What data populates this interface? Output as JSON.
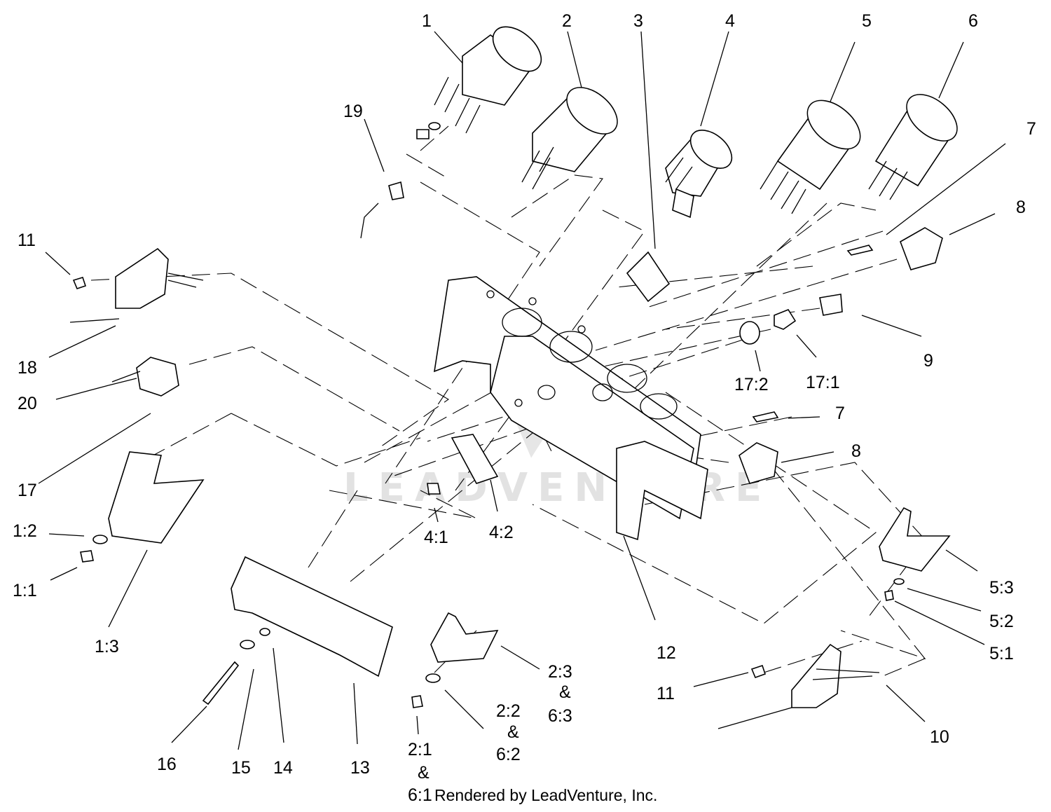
{
  "watermark": "LEADVENTURE",
  "credit": "Rendered by LeadVenture, Inc.",
  "callouts": {
    "c1": "1",
    "c2": "2",
    "c3": "3",
    "c4": "4",
    "c5": "5",
    "c6": "6",
    "c7a": "7",
    "c7b": "7",
    "c8a": "8",
    "c8b": "8",
    "c9": "9",
    "c10": "10",
    "c11a": "11",
    "c11b": "11",
    "c12": "12",
    "c13": "13",
    "c14": "14",
    "c15": "15",
    "c16": "16",
    "c17": "17",
    "c18": "18",
    "c19": "19",
    "c20": "20",
    "c17_2": "17:2",
    "c17_1": "17:1",
    "c4_1": "4:1",
    "c4_2": "4:2",
    "c1_2": "1:2",
    "c1_1": "1:1",
    "c1_3": "1:3",
    "c5_3": "5:3",
    "c5_2": "5:2",
    "c5_1": "5:1",
    "c2_3": "2:3",
    "amp_a": "&",
    "c6_3": "6:3",
    "c2_2": "2:2",
    "amp_b": "&",
    "c6_2": "6:2",
    "c2_1": "2:1",
    "amp_c": "&",
    "c6_1": "6:1"
  }
}
